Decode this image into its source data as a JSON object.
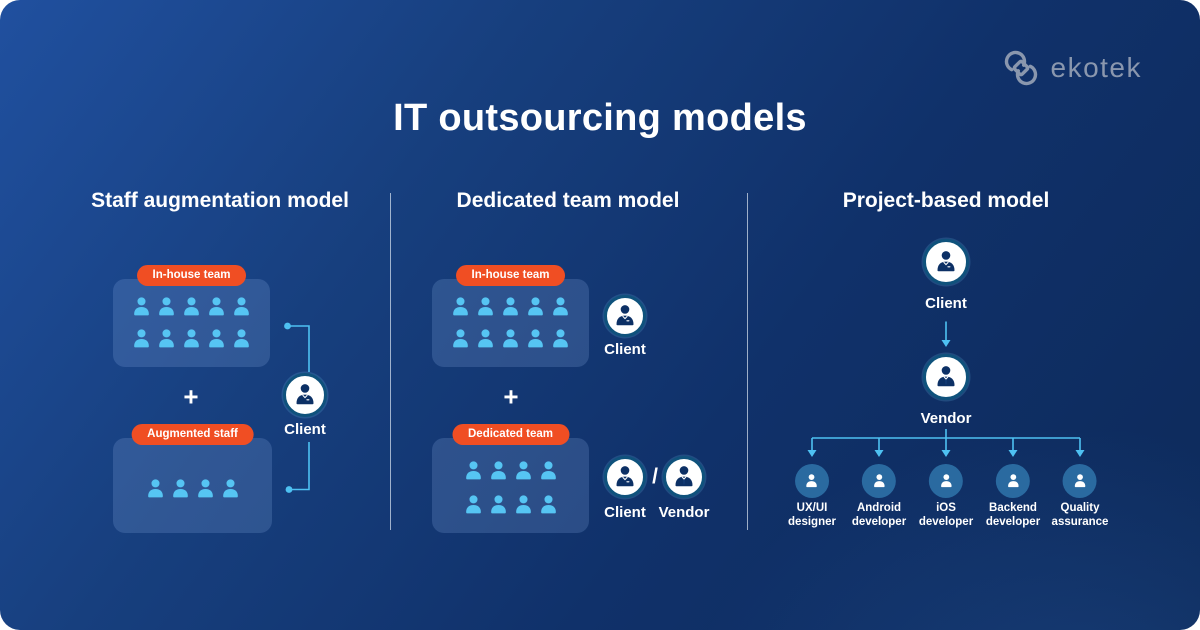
{
  "logo": {
    "text": "ekotek"
  },
  "title": "IT outsourcing models",
  "staff_model": {
    "header": "Staff augmentation model",
    "inhouse_team_label": "In-house team",
    "inhouse_team_count": 10,
    "plus": "+",
    "augmented_staff_label": "Augmented staff",
    "augmented_staff_count": 4,
    "client_label": "Client"
  },
  "dedicated_model": {
    "header": "Dedicated team model",
    "inhouse_team_label": "In-house team",
    "inhouse_team_count": 10,
    "plus": "+",
    "dedicated_team_label": "Dedicated team",
    "dedicated_team_count": 8,
    "client_label": "Client",
    "separator": "/",
    "vendor_label": "Vendor"
  },
  "project_model": {
    "header": "Project-based model",
    "client_label": "Client",
    "vendor_label": "Vendor",
    "roles": [
      {
        "line1": "UX/UI",
        "line2": "designer"
      },
      {
        "line1": "Android",
        "line2": "developer"
      },
      {
        "line1": "iOS",
        "line2": "developer"
      },
      {
        "line1": "Backend",
        "line2": "developer"
      },
      {
        "line1": "Quality",
        "line2": "assurance"
      }
    ]
  },
  "colors": {
    "accent_orange": "#F04E23",
    "person_cyan": "#56C5F3",
    "connector_blue": "#4EC1F2",
    "background_navy": "#0E2C5F",
    "role_circle_blue": "#2A6AA0",
    "logo_gray": "#8A97AE"
  }
}
